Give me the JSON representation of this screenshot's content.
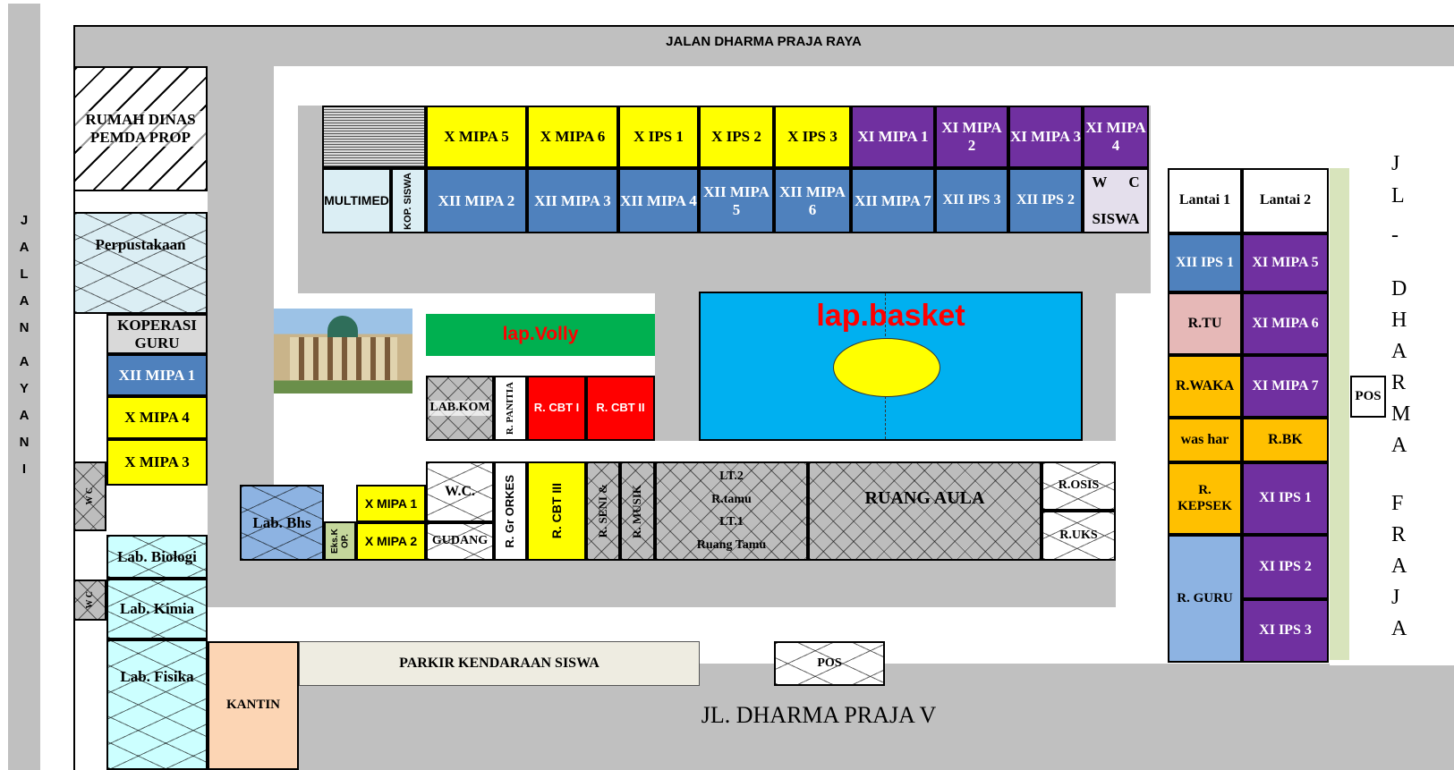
{
  "roads": {
    "north": "JALAN DHARMA PRAJA RAYA",
    "west": "J A L A N  A Y A N I",
    "south": "JL. DHARMA PRAJA V"
  },
  "west_column": {
    "rumah_dinas": "RUMAH DINAS PEMDA PROP",
    "perpustakaan": "Perpustakaan",
    "koperasi_guru": "KOPERASI GURU",
    "xii_mipa1": "XII MIPA 1",
    "x_mipa4": "X MIPA 4",
    "x_mipa3": "X MIPA 3",
    "wc_a": "W C",
    "wc_b": "W C",
    "lab_biologi": "Lab. Biologi",
    "lab_kimia": "Lab. Kimia",
    "lab_fisika": "Lab. Fisika",
    "kantin": "KANTIN"
  },
  "top_row1": [
    "X MIPA 5",
    "X MIPA 6",
    "X IPS 1",
    "X IPS 2",
    "X IPS 3",
    "XI MIPA 1",
    "XI MIPA 2",
    "XI MIPA 3",
    "XI MIPA 4"
  ],
  "top_row2": {
    "multimedia": "MULTIMED",
    "kop_siswa": "KOP. SISWA",
    "rooms": [
      "XII MIPA 2",
      "XII MIPA 3",
      "XII MIPA 4",
      "XII MIPA 5",
      "XII MIPA 6",
      "XII MIPA 7",
      "XII IPS 3",
      "XII IPS 2"
    ],
    "wc_siswa_top": "W C",
    "wc_siswa_bottom": "SISWA"
  },
  "center": {
    "lap_volly": "lap.Volly",
    "lap_basket": "lap.basket",
    "lab_kom": "LAB.KOM",
    "r_panitia": "R. PANITIA",
    "r_cbt1": "R. CBT I",
    "r_cbt2": "R. CBT II"
  },
  "bottom_block": {
    "lab_bhs": "Lab. Bhs",
    "eks_kop": "Eks.K OP.",
    "x_mipa1": "X MIPA 1",
    "x_mipa2": "X MIPA 2",
    "wc": "W.C.",
    "gudang": "GUDANG",
    "r_gr_orkes": "R. Gr ORKES",
    "r_cbt3": "R. CBT III",
    "r_seni": "R. SENI &",
    "r_musik": "R. MUSIK",
    "lt2": "LT.2",
    "r_tamu": "R.tamu",
    "lt1": "LT.1",
    "ruang_tamu": "Ruang Tamu",
    "ruang_aula": "RUANG AULA",
    "r_osis": "R.OSIS",
    "r_uks": "R.UKS"
  },
  "east_block": {
    "header1": "Lantai 1",
    "header2": "Lantai 2",
    "lantai1": [
      "XII IPS 1",
      "R.TU",
      "R.WAKA",
      "was har",
      "R. KEPSEK",
      "R. GURU"
    ],
    "lantai2": [
      "XI MIPA 5",
      "XI MIPA 6",
      "XI MIPA 7",
      "R.BK",
      "XI IPS 1",
      "XI IPS 2",
      "XI IPS 3"
    ]
  },
  "parkir": "PARKIR KENDARAAN SISWA",
  "pos_south": "POS",
  "pos_east": "POS",
  "right_edge_letters": [
    "J",
    "L",
    "-",
    "D",
    "H",
    "A",
    "R",
    "M",
    "A",
    "F",
    "R",
    "A",
    "J",
    "A"
  ],
  "colors": {
    "road": "#c0c0c0",
    "yellow": "#ffff00",
    "purple": "#7030a0",
    "blue": "#4f81bd",
    "orange": "#ffc000",
    "red": "#ff0000",
    "green": "#00b050",
    "basket": "#00b0f0"
  }
}
